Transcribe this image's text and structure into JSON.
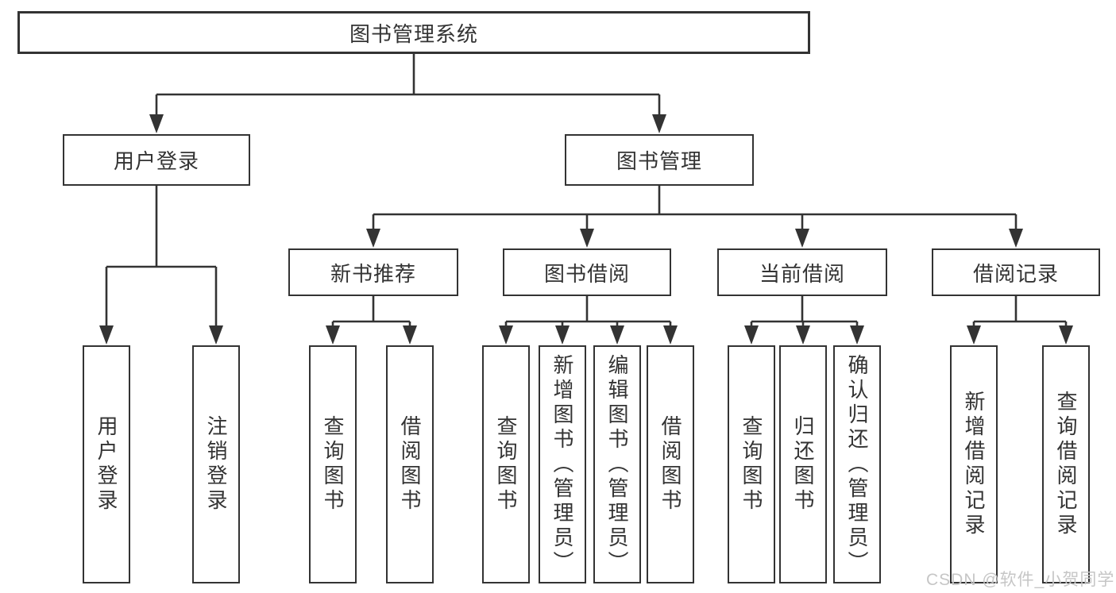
{
  "colors": {
    "line": "#333333",
    "text": "#333333",
    "background": "#ffffff",
    "watermark": "#c6c6c6"
  },
  "tree": {
    "label": "图书管理系统",
    "children": [
      {
        "label": "用户登录",
        "children": [
          {
            "label": "用户登录"
          },
          {
            "label": "注销登录"
          }
        ]
      },
      {
        "label": "图书管理",
        "children": [
          {
            "label": "新书推荐",
            "children": [
              {
                "label": "查询图书"
              },
              {
                "label": "借阅图书"
              }
            ]
          },
          {
            "label": "图书借阅",
            "children": [
              {
                "label": "查询图书"
              },
              {
                "label": "新增图书（管理员）"
              },
              {
                "label": "编辑图书（管理员）"
              },
              {
                "label": "借阅图书"
              }
            ]
          },
          {
            "label": "当前借阅",
            "children": [
              {
                "label": "查询图书"
              },
              {
                "label": "归还图书"
              },
              {
                "label": "确认归还（管理员）"
              }
            ]
          },
          {
            "label": "借阅记录",
            "children": [
              {
                "label": "新增借阅记录"
              },
              {
                "label": "查询借阅记录"
              }
            ]
          }
        ]
      }
    ]
  },
  "watermark": {
    "text": "CSDN @软件_小贺同学"
  }
}
